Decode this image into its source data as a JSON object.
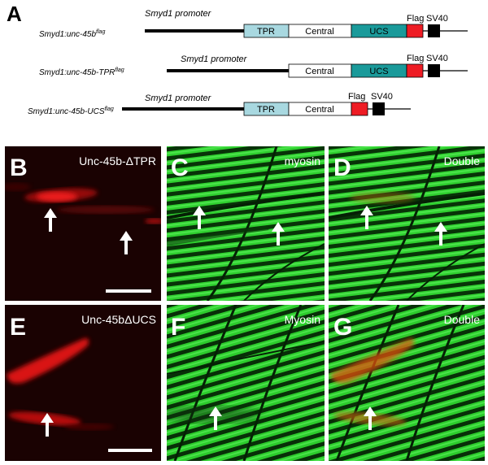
{
  "figure": {
    "panel_a_label": "A",
    "constructs": [
      {
        "name": "Smyd1:unc-45b",
        "name_sup": "flag",
        "promoter": "Smyd1 promoter",
        "domains": [
          {
            "label": "TPR",
            "type": "tpr"
          },
          {
            "label": "Central",
            "type": "central"
          },
          {
            "label": "UCS",
            "type": "ucs"
          }
        ],
        "flag": "Flag",
        "sv40": "SV40"
      },
      {
        "name": "Smyd1:unc-45b-TPR",
        "name_sup": "flag",
        "promoter": "Smyd1 promoter",
        "domains": [
          {
            "label": "Central",
            "type": "central"
          },
          {
            "label": "UCS",
            "type": "ucs"
          }
        ],
        "flag": "Flag",
        "sv40": "SV40"
      },
      {
        "name": "Smyd1:unc-45b-UCS",
        "name_sup": "flag",
        "promoter": "Smyd1 promoter",
        "domains": [
          {
            "label": "TPR",
            "type": "tpr"
          },
          {
            "label": "Central",
            "type": "central"
          }
        ],
        "flag": "Flag",
        "sv40": "SV40"
      }
    ],
    "panels": [
      {
        "letter": "B",
        "caption": "Unc-45b-ΔTPR",
        "channel": "red"
      },
      {
        "letter": "C",
        "caption": "myosin",
        "channel": "green"
      },
      {
        "letter": "D",
        "caption": "Double",
        "channel": "merge"
      },
      {
        "letter": "E",
        "caption": "Unc-45bΔUCS",
        "channel": "red"
      },
      {
        "letter": "F",
        "caption": "Myosin",
        "channel": "green"
      },
      {
        "letter": "G",
        "caption": "Double",
        "channel": "merge"
      }
    ],
    "colors": {
      "tpr": "#a8d8e0",
      "central": "#ffffff",
      "ucs": "#1a9a9a",
      "flag": "#ee1c24",
      "sv40": "#000000",
      "muscle": "#2fd02f",
      "fluor_red": "#e01010"
    }
  }
}
